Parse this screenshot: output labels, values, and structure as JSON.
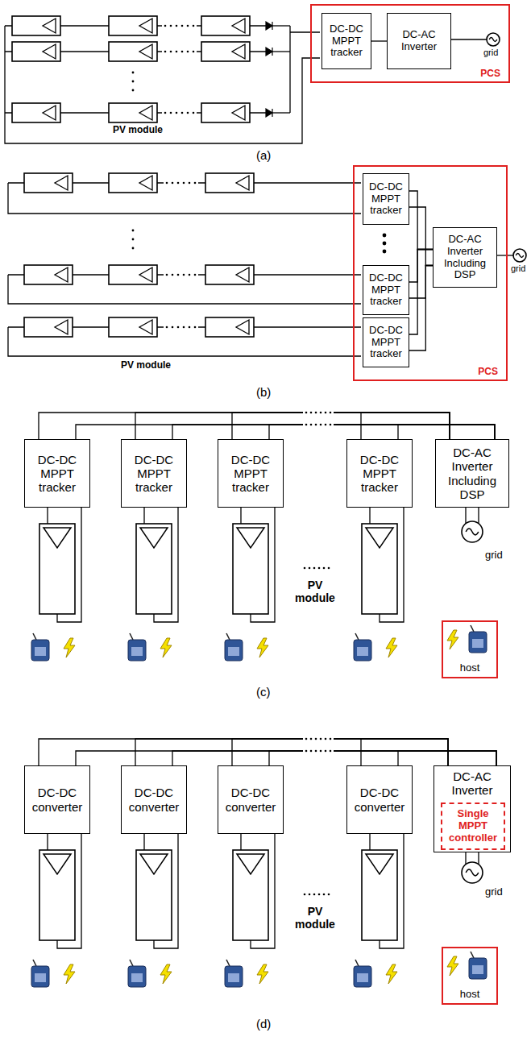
{
  "diagram": {
    "nodes": [
      {
        "text": [
          "PCS"
        ]
      },
      {
        "text": [
          "DC-DC MPPT tracker"
        ],
        "in": 0
      },
      {
        "text": [
          "DC-AC Inverter"
        ],
        "in": 0
      },
      {
        "text": [
          "PCS"
        ]
      },
      {
        "text": [
          "DC-DC MPPT tracker"
        ],
        "in": 3
      },
      {
        "text": [
          "DC-DC MPPT tracker"
        ],
        "in": 3
      },
      {
        "text": [
          "DC-DC MPPT tracker"
        ],
        "in": 3
      },
      {
        "text": [
          "DC-AC Inverter Including DSP"
        ],
        "in": 3
      },
      {
        "text": [
          "DC-DC MPPT tracker"
        ]
      },
      {
        "text": [
          "DC-DC MPPT tracker"
        ]
      },
      {
        "text": [
          "DC-DC MPPT tracker"
        ]
      },
      {
        "text": [
          "DC-DC MPPT tracker"
        ]
      },
      {
        "text": [
          "DC-AC Inverter Including DSP"
        ]
      },
      {
        "text": [
          "host"
        ]
      },
      {
        "text": [
          "DC-DC converter"
        ]
      },
      {
        "text": [
          "DC-DC converter"
        ]
      },
      {
        "text": [
          "DC-DC converter"
        ]
      },
      {
        "text": [
          "DC-DC converter"
        ]
      },
      {
        "text": [
          "DC-AC Inverter"
        ]
      },
      {
        "text": [
          "Single MPPT controller"
        ],
        "in": 18
      },
      {
        "text": [
          "host"
        ]
      }
    ],
    "edges": [
      {
        "from": 1,
        "to": 2,
        "arrow": "none"
      },
      {
        "from": 4,
        "to": 7,
        "arrow": "none"
      },
      {
        "from": 5,
        "to": 7,
        "arrow": "none"
      },
      {
        "from": 6,
        "to": 7,
        "arrow": "none"
      },
      {
        "from": 8,
        "to": 12,
        "arrow": "none"
      },
      {
        "from": 9,
        "to": 12,
        "arrow": "none"
      },
      {
        "from": 10,
        "to": 12,
        "arrow": "none"
      },
      {
        "from": 11,
        "to": 12,
        "arrow": "none"
      },
      {
        "from": 14,
        "to": 18,
        "arrow": "none"
      },
      {
        "from": 15,
        "to": 18,
        "arrow": "none"
      },
      {
        "from": 16,
        "to": 18,
        "arrow": "none"
      },
      {
        "from": 17,
        "to": 18,
        "arrow": "none"
      }
    ],
    "labels": [
      "PV module",
      "grid",
      "(a)",
      "PV module",
      "grid",
      "(b)",
      "PV module",
      "grid",
      "(c)",
      "PV module",
      "grid",
      "(d)"
    ]
  }
}
